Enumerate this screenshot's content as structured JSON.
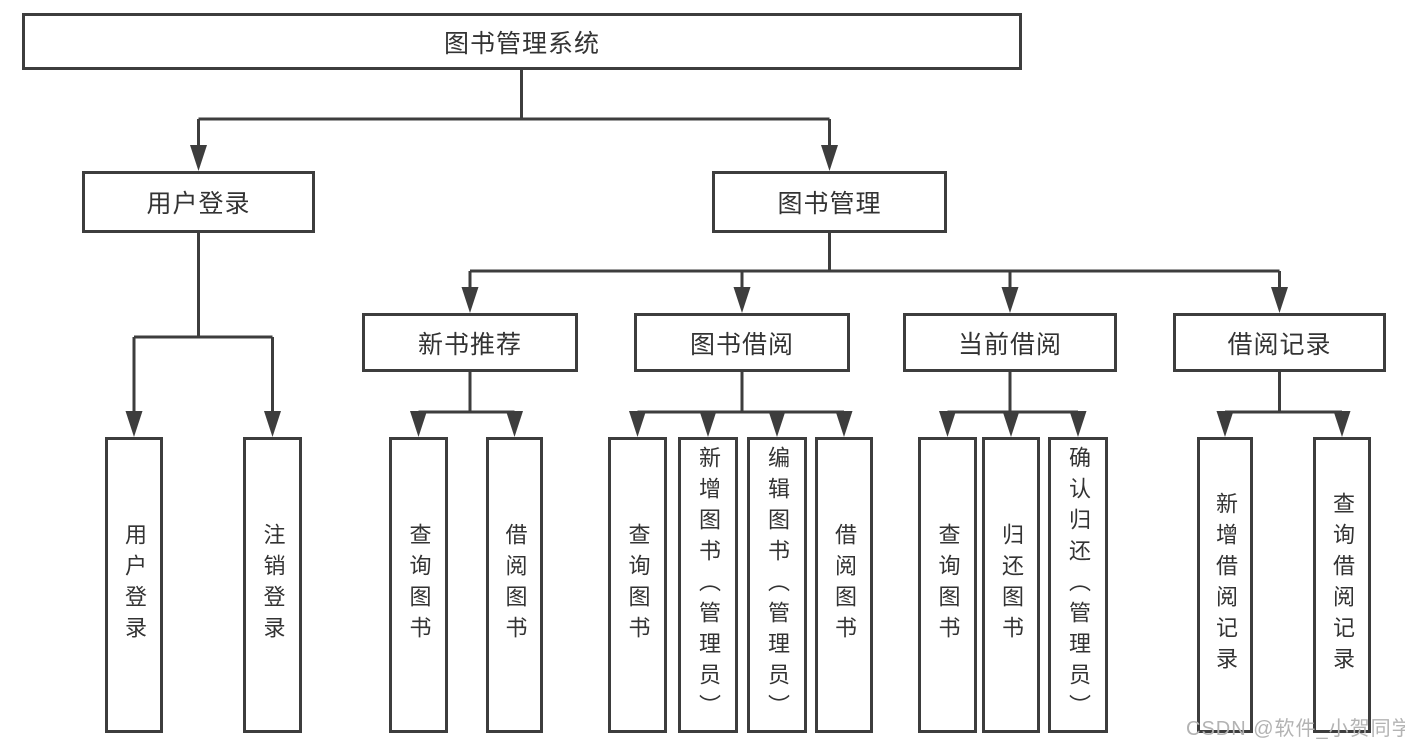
{
  "colors": {
    "line": "#3d3d3d",
    "text": "#333333",
    "watermark": "#b3b3b3",
    "background": "#ffffff"
  },
  "watermark": {
    "text": "CSDN @软件_小贺同学"
  },
  "tree": {
    "label": "图书管理系统",
    "children": [
      {
        "label": "用户登录",
        "children": [
          {
            "label": "用户登录"
          },
          {
            "label": "注销登录"
          }
        ]
      },
      {
        "label": "图书管理",
        "children": [
          {
            "label": "新书推荐",
            "children": [
              {
                "label": "查询图书"
              },
              {
                "label": "借阅图书"
              }
            ]
          },
          {
            "label": "图书借阅",
            "children": [
              {
                "label": "查询图书"
              },
              {
                "label": "新增图书（管理员）"
              },
              {
                "label": "编辑图书（管理员）"
              },
              {
                "label": "借阅图书"
              }
            ]
          },
          {
            "label": "当前借阅",
            "children": [
              {
                "label": "查询图书"
              },
              {
                "label": "归还图书"
              },
              {
                "label": "确认归还（管理员）"
              }
            ]
          },
          {
            "label": "借阅记录",
            "children": [
              {
                "label": "新增借阅记录"
              },
              {
                "label": "查询借阅记录"
              }
            ]
          }
        ]
      }
    ]
  }
}
